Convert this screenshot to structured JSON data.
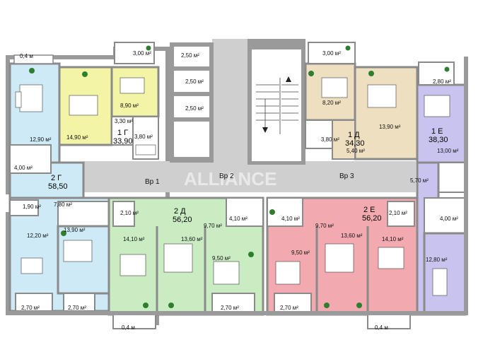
{
  "colors": {
    "wall": "#9a9a9a",
    "corridor": "#cfcfcf",
    "apt_1G": "#f4f4a6",
    "apt_1D": "#eedfc0",
    "apt_1E": "#c9c4ef",
    "apt_2G": "#cdeaf6",
    "apt_2D": "#c9ecc3",
    "apt_2E": "#f2aab0",
    "balcony": "#ffffff"
  },
  "watermark": "ALLIANCE",
  "apartments": [
    {
      "id": "1G",
      "label": "1 Г",
      "area": "33,90"
    },
    {
      "id": "1D",
      "label": "1 Д",
      "area": "34,30"
    },
    {
      "id": "1E",
      "label": "1 Е",
      "area": "38,30"
    },
    {
      "id": "2G",
      "label": "2 Г",
      "area": "58,50"
    },
    {
      "id": "2D",
      "label": "2 Д",
      "area": "56,20"
    },
    {
      "id": "2E",
      "label": "2 Е",
      "area": "56,20"
    }
  ],
  "exits": [
    "Вр 1",
    "Вр 2",
    "Вр 3"
  ],
  "storage": [
    "2,50 м²",
    "2,50 м²",
    "2,50 м²"
  ],
  "rooms": {
    "r_04_tl": "0,4 м",
    "r_1290": "12,90 м²",
    "r_400_l": "4,00 м²",
    "r_190": "1,90 м²",
    "r_780": "7,80 м²",
    "r_1220": "12,20 м²",
    "r_1390_l": "13,90 м²",
    "r_270_bl1": "2,70 м²",
    "r_270_bl2": "2,70 м²",
    "r_300_l": "3,00 м²",
    "r_890": "8,90 м²",
    "r_1490": "14,90 м²",
    "r_330": "3,30 м²",
    "r_380_l": "3,80 м²",
    "r_300_r": "3,00 м²",
    "r_820": "8,20 м²",
    "r_1390_r": "13,90 м²",
    "r_380_r": "3,80 м²",
    "r_540": "5,40 м²",
    "r_280": "2,80 м²",
    "r_1300": "13,00 м²",
    "r_570": "5,70 м²",
    "r_400_r": "4,00 м²",
    "r_1280": "12,80 м²",
    "r_210_l": "2,10 м²",
    "r_970_l": "9,70 м²",
    "r_410_l": "4,10 м²",
    "r_1410_l": "14,10 м²",
    "r_1360_l": "13,60 м²",
    "r_950_l": "9,50 м²",
    "r_270_m": "2,70 м²",
    "r_04_b1": "0,4 м",
    "r_410_r": "4,10 м²",
    "r_970_r": "9,70 м²",
    "r_210_r": "2,10 м²",
    "r_950_r": "9,50 м²",
    "r_1360_r": "13,60 м²",
    "r_1410_r": "14,10 м²",
    "r_270_br": "2,70 м²",
    "r_04_b2": "0,4 м"
  }
}
